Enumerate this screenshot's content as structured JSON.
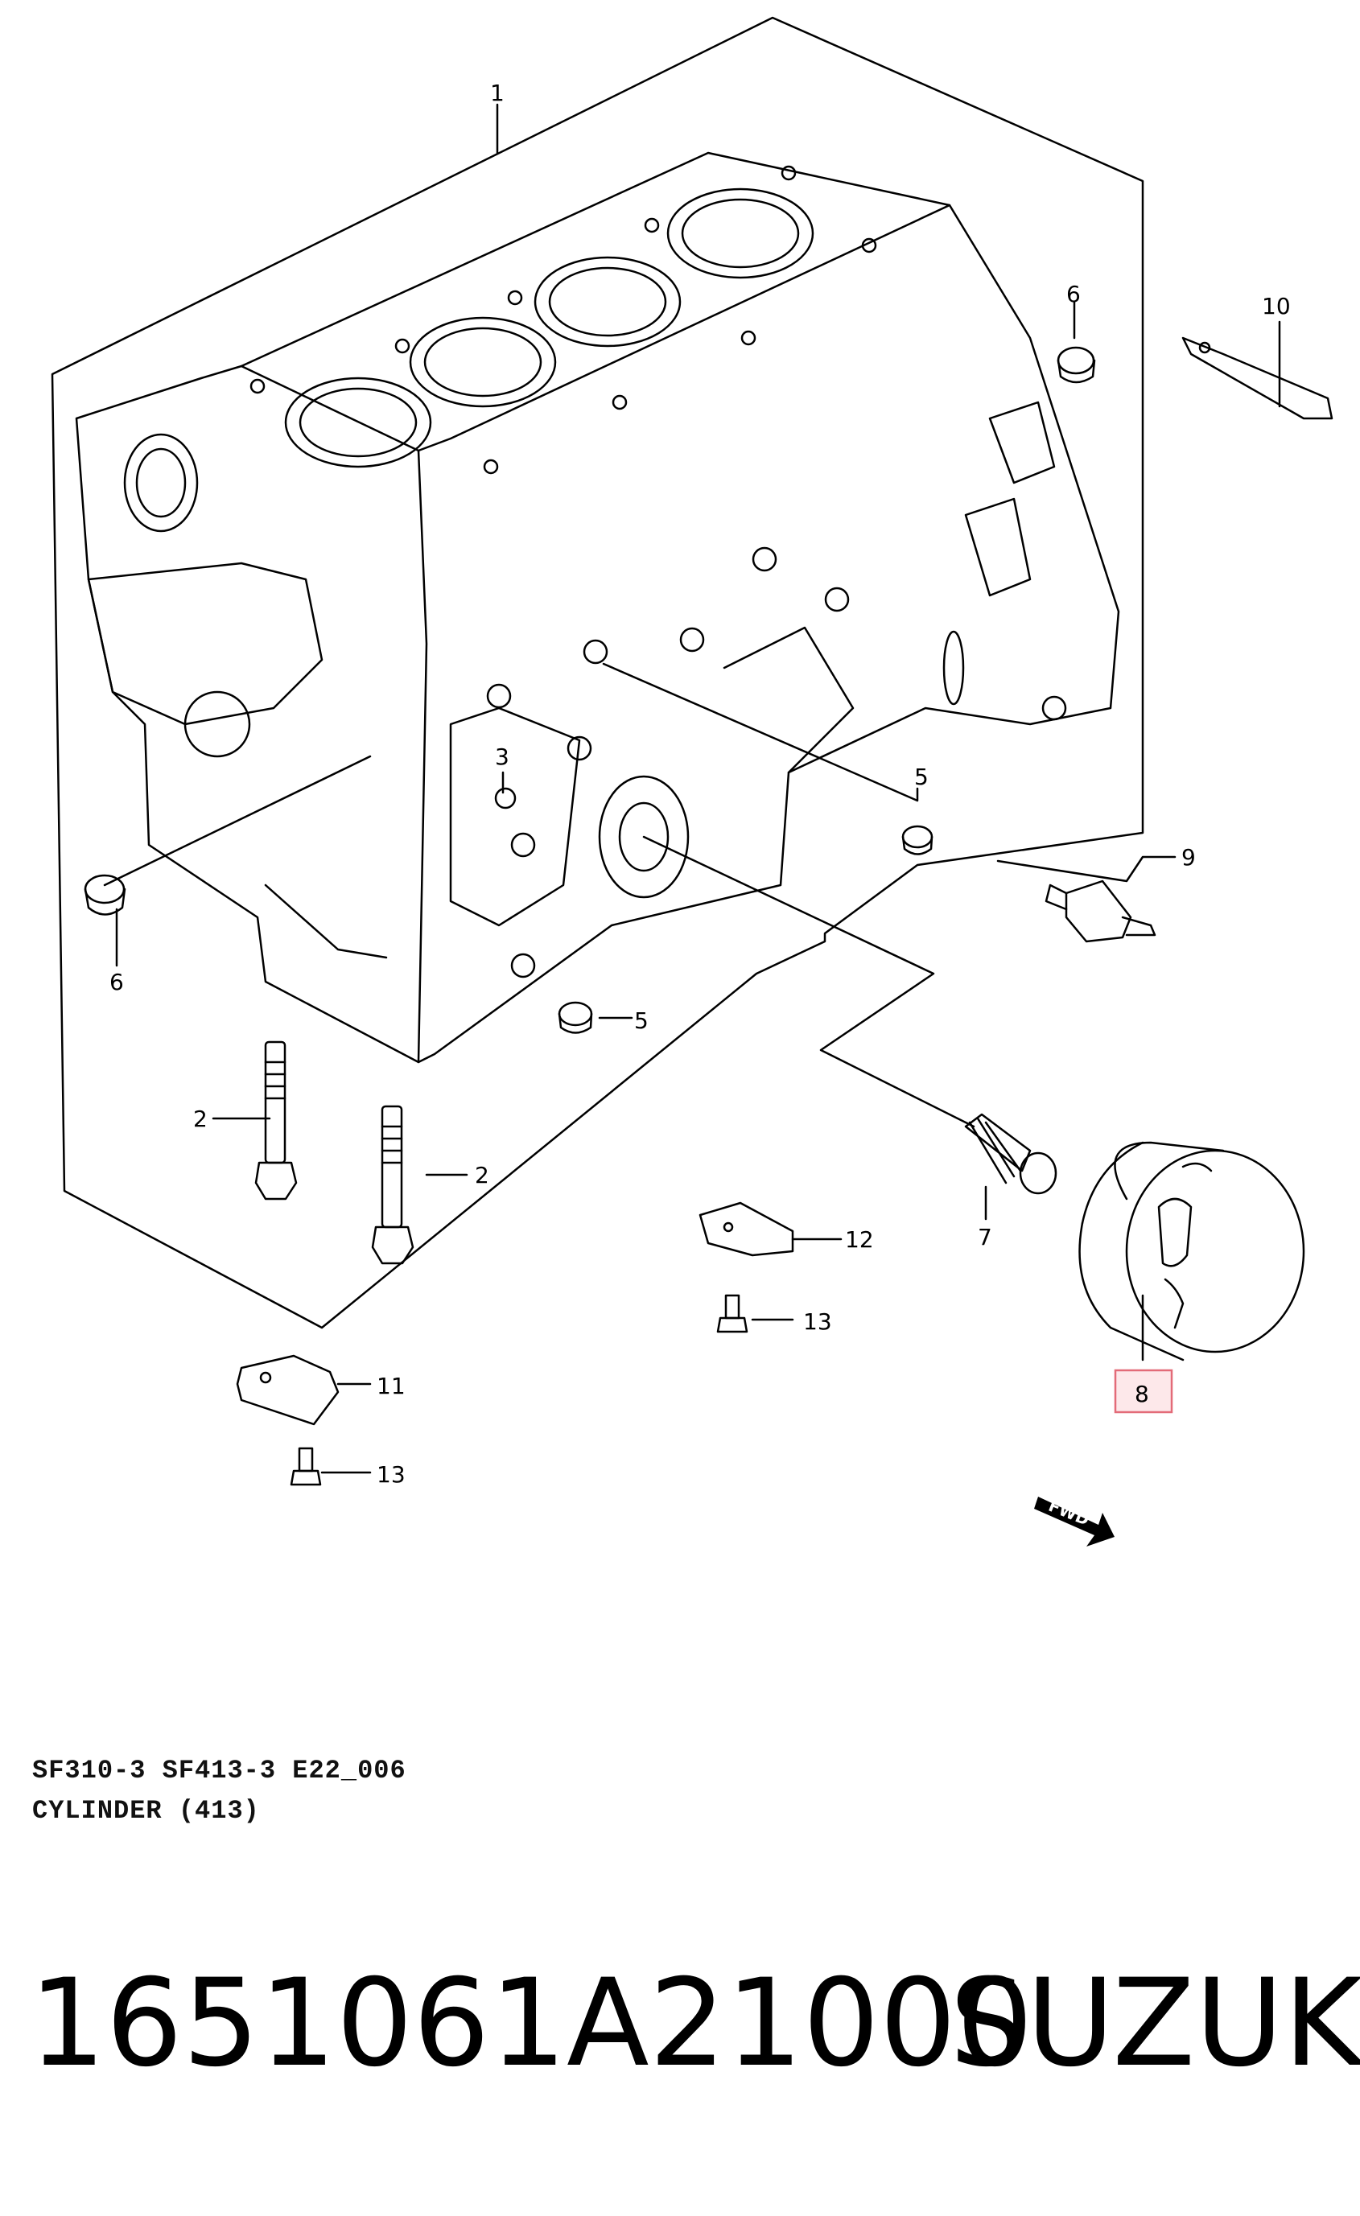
{
  "diagram": {
    "callouts": {
      "c1": "1",
      "c2a": "2",
      "c2b": "2",
      "c3": "3",
      "c5a": "5",
      "c5b": "5",
      "c6a": "6",
      "c6b": "6",
      "c7": "7",
      "c8": "8",
      "c9": "9",
      "c10": "10",
      "c11": "11",
      "c12": "12",
      "c13a": "13",
      "c13b": "13"
    },
    "fwd_label": "FWD",
    "highlighted_part": "8",
    "highlight_color": "#e36b78"
  },
  "caption": {
    "line1": "SF310-3 SF413-3 E22_006",
    "line2": "CYLINDER (413)"
  },
  "footer": {
    "part_number": "1651061A21000",
    "brand": "SUZUKI"
  }
}
